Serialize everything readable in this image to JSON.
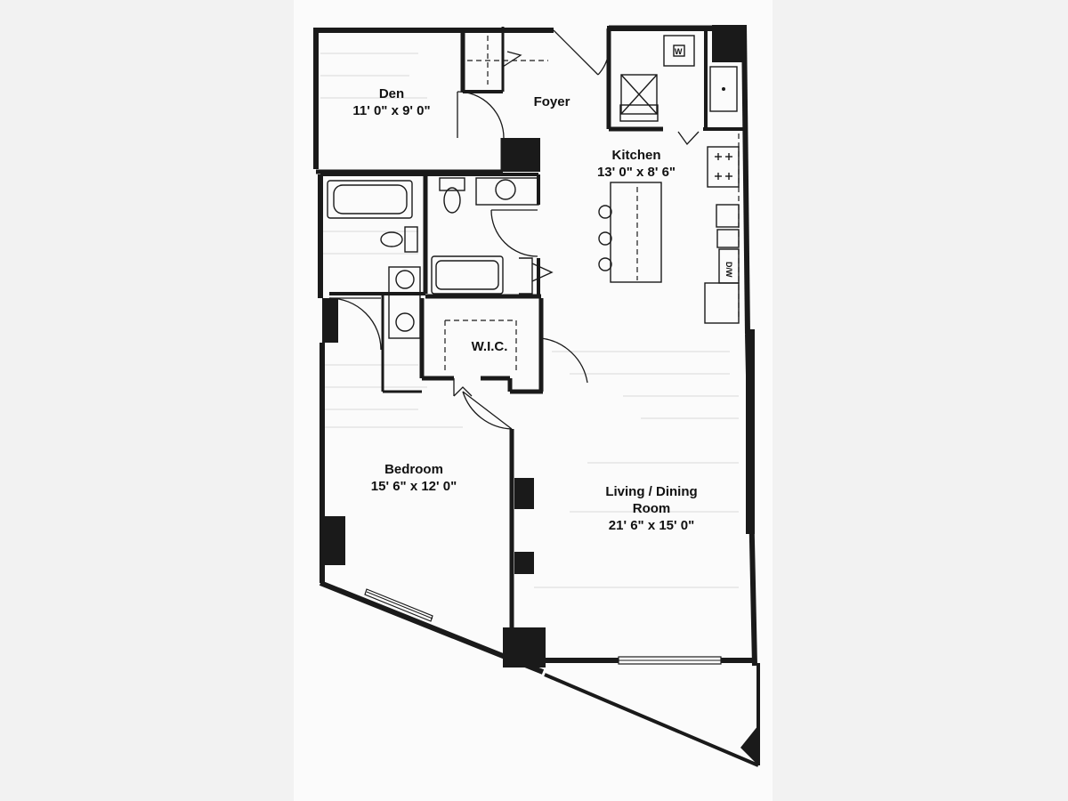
{
  "rooms": {
    "den": {
      "name": "Den",
      "dims": "11' 0\" x 9' 0\""
    },
    "foyer": {
      "name": "Foyer"
    },
    "kitchen": {
      "name": "Kitchen",
      "dims": "13' 0\" x 8' 6\""
    },
    "wic": {
      "name": "W.I.C."
    },
    "bedroom": {
      "name": "Bedroom",
      "dims": "15' 6\" x 12' 0\""
    },
    "living": {
      "name_line1": "Living / Dining",
      "name_line2": "Room",
      "dims": "21' 6\" x 15' 0\""
    }
  },
  "fixtures": {
    "washer_label": "W",
    "dishwasher_label": "D/W"
  },
  "colors": {
    "wall": "#1a1a1a",
    "paper": "#f7f7f7",
    "page_margin": "#f2f2f2"
  }
}
